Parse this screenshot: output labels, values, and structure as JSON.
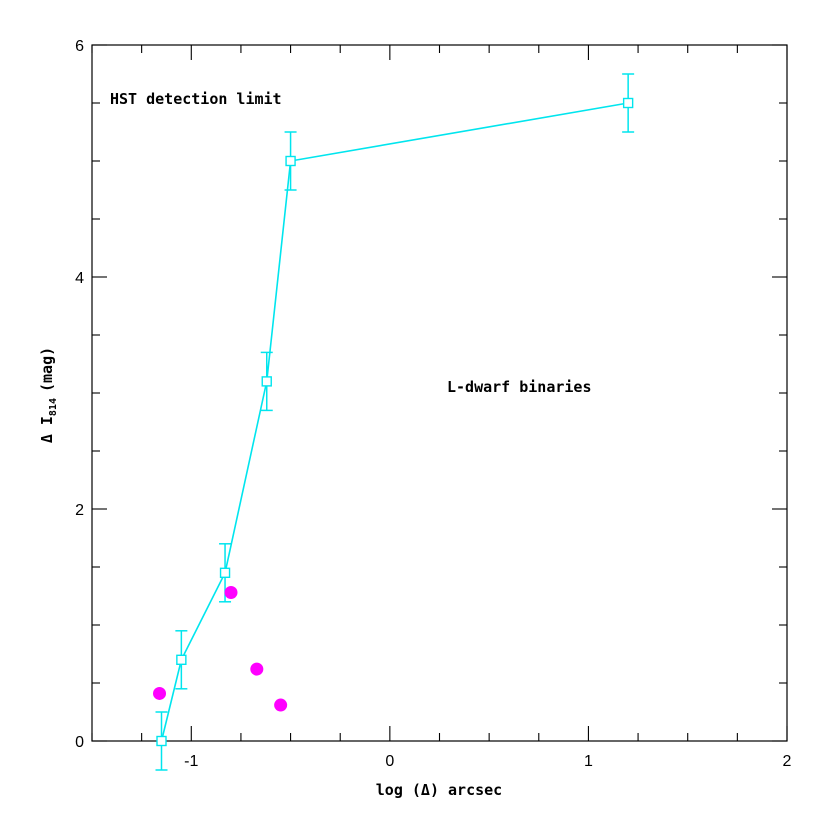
{
  "chart_data": {
    "type": "scatter",
    "xlabel": "log (Δ) arcsec",
    "ylabel": {
      "main": "Δ I",
      "subscript": "814",
      "unit": "(mag)"
    },
    "xlim": [
      -1.5,
      2
    ],
    "ylim": [
      0,
      6
    ],
    "x_ticks": [
      -1,
      0,
      1,
      2
    ],
    "y_ticks": [
      0,
      2,
      4,
      6
    ],
    "x_tick_labels": [
      "-1",
      "0",
      "1",
      "2"
    ],
    "y_tick_labels": [
      "0",
      "2",
      "4",
      "6"
    ],
    "grid": false,
    "annotations": [
      {
        "text": "HST detection limit",
        "color": "#00e5ee"
      },
      {
        "text": "L-dwarf binaries",
        "color": "#ff00ff"
      }
    ],
    "series": [
      {
        "color": "#00e5ee",
        "marker": "open-square",
        "connected": true,
        "points": [
          {
            "x": -1.15,
            "y": 0.0,
            "err": 0.25
          },
          {
            "x": -1.05,
            "y": 0.7,
            "err": 0.25
          },
          {
            "x": -0.83,
            "y": 1.45,
            "err": 0.25
          },
          {
            "x": -0.62,
            "y": 3.1,
            "err": 0.25
          },
          {
            "x": -0.5,
            "y": 5.0,
            "err": 0.25
          },
          {
            "x": 1.2,
            "y": 5.5,
            "err": 0.25
          }
        ]
      },
      {
        "color": "#ff00ff",
        "marker": "filled-circle",
        "connected": false,
        "points": [
          {
            "x": -1.16,
            "y": 0.41
          },
          {
            "x": -0.8,
            "y": 1.28
          },
          {
            "x": -0.67,
            "y": 0.62
          },
          {
            "x": -0.55,
            "y": 0.31
          }
        ]
      }
    ]
  }
}
